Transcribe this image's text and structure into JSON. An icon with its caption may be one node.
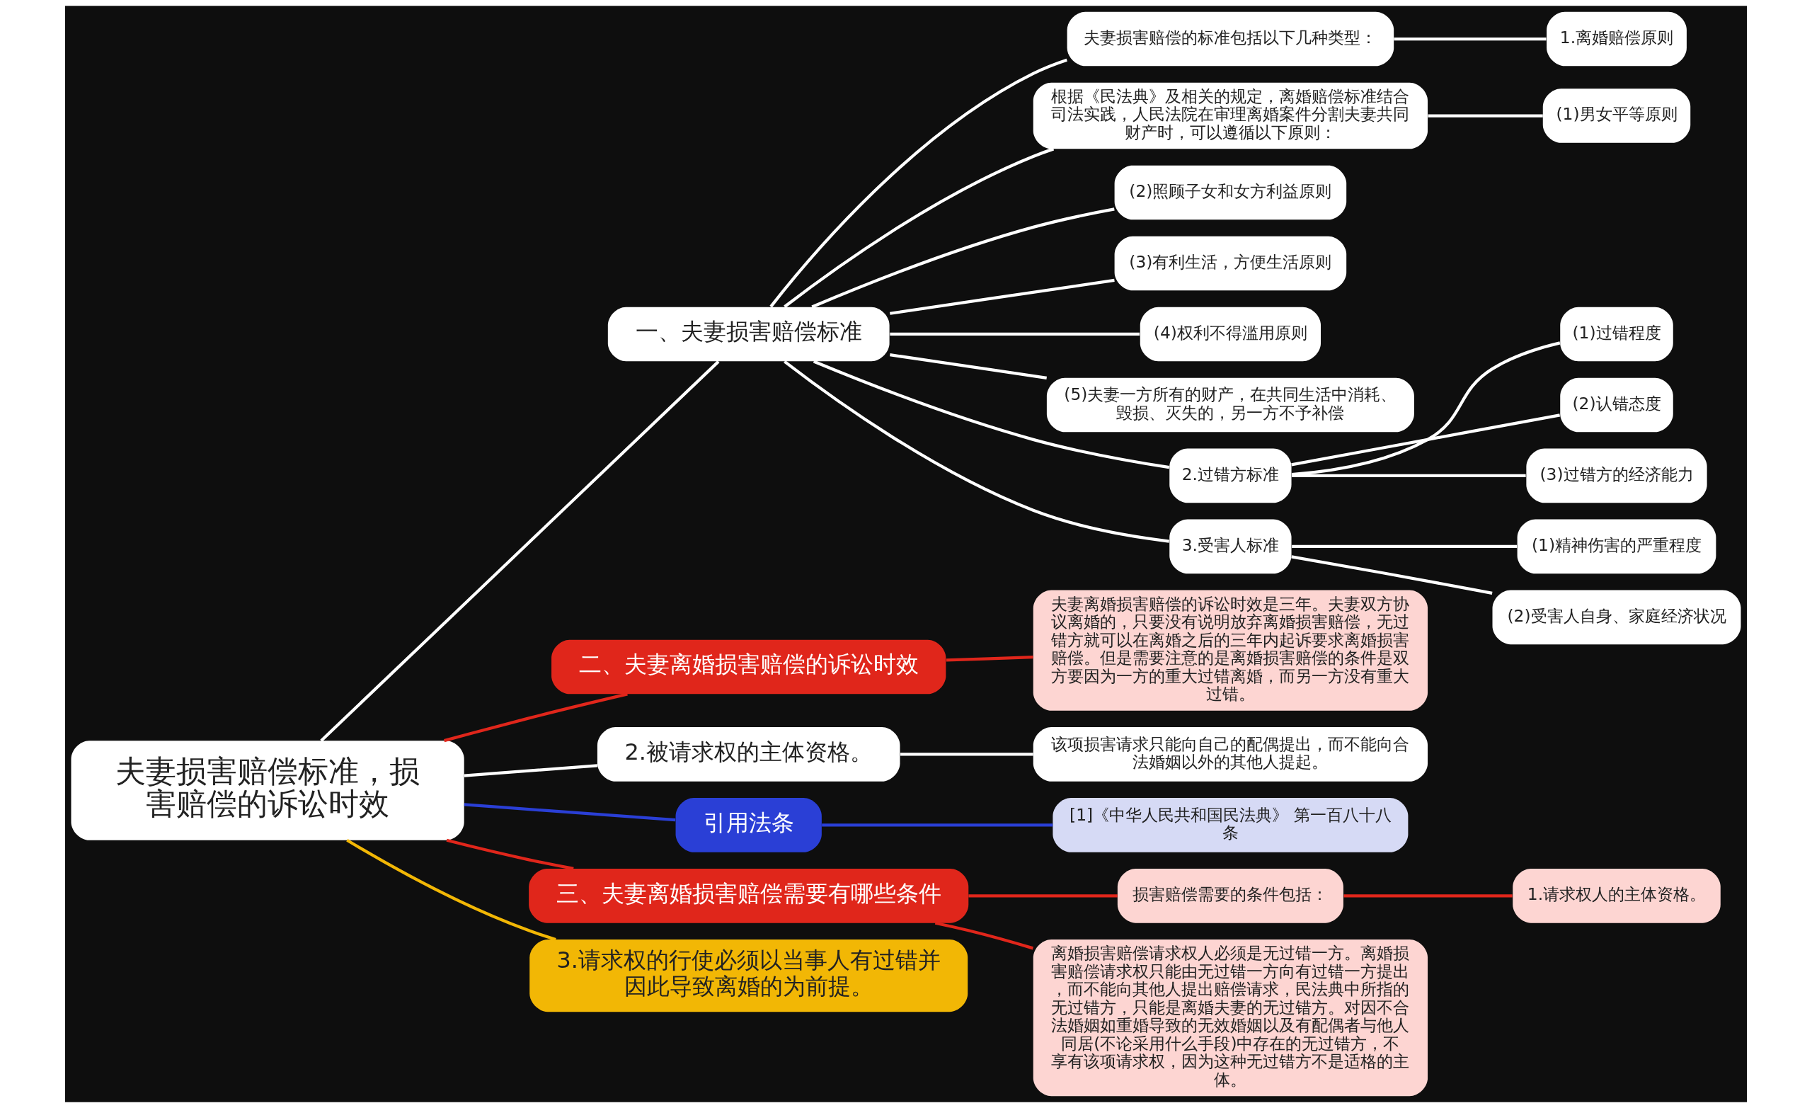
{
  "diagram": {
    "nodes": [
      {
        "text": [
          "夫妻损害赔偿标准，损害赔偿的诉讼时效"
        ]
      },
      {
        "text": [
          "一、夫妻损害赔偿标准"
        ]
      },
      {
        "text": [
          "夫妻损害赔偿的标准包括以下几种类型："
        ]
      },
      {
        "text": [
          "1.离婚赔偿原则"
        ]
      },
      {
        "text": [
          "根据《民法典》及相关的规定，离婚赔偿标准结合司法实践，人民法院在审理离婚案件分割夫妻共同财产时，可以遵循以下原则："
        ]
      },
      {
        "text": [
          "(1)男女平等原则"
        ]
      },
      {
        "text": [
          "(2)照顾子女和女方利益原则"
        ]
      },
      {
        "text": [
          "(3)有利生活，方便生活原则"
        ]
      },
      {
        "text": [
          "(4)权利不得滥用原则"
        ]
      },
      {
        "text": [
          "(5)夫妻一方所有的财产，在共同生活中消耗、毁损、灭失的，另一方不予补偿"
        ]
      },
      {
        "text": [
          "2.过错方标准"
        ]
      },
      {
        "text": [
          "(1)过错程度"
        ]
      },
      {
        "text": [
          "(2)认错态度"
        ]
      },
      {
        "text": [
          "(3)过错方的经济能力"
        ]
      },
      {
        "text": [
          "3.受害人标准"
        ]
      },
      {
        "text": [
          "(1)精神伤害的严重程度"
        ]
      },
      {
        "text": [
          "(2)受害人自身、家庭经济状况"
        ]
      },
      {
        "text": [
          "二、夫妻离婚损害赔偿的诉讼时效"
        ]
      },
      {
        "text": [
          "夫妻离婚损害赔偿的诉讼时效是三年。夫妻双方协议离婚的，只要没有说明放弃离婚损害赔偿，无过错方就可以在离婚之后的三年内起诉要求离婚损害赔偿。但是需要注意的是离婚损害赔偿的条件是双方要因为一方的重大过错离婚，而另一方没有重大过错。"
        ]
      },
      {
        "text": [
          "2.被请求权的主体资格。"
        ]
      },
      {
        "text": [
          "该项损害请求只能向自己的配偶提出，而不能向合法婚姻以外的其他人提起。"
        ]
      },
      {
        "text": [
          "引用法条"
        ]
      },
      {
        "text": [
          "[1]《中华人民共和国民法典》 第一百八十八条"
        ]
      },
      {
        "text": [
          "三、夫妻离婚损害赔偿需要有哪些条件"
        ]
      },
      {
        "text": [
          "损害赔偿需要的条件包括："
        ]
      },
      {
        "text": [
          "1.请求权人的主体资格。"
        ]
      },
      {
        "text": [
          "离婚损害赔偿请求权人必须是无过错一方。离婚损害赔偿请求权只能由无过错一方向有过错一方提出，而不能向其他人提出赔偿请求，民法典中所指的无过错方，只能是离婚夫妻的无过错方。对因不合法婚姻如重婚导致的无效婚姻以及有配偶者与他人同居(不论采用什么手段)中存在的无过错方，不享有该项请求权，因为这种无过错方不是适格的主体。"
        ]
      },
      {
        "text": [
          "3.请求权的行使必须以当事人有过错并因此导致离婚的为前提。"
        ]
      }
    ],
    "edges": [
      {
        "from": 0,
        "to": 1,
        "arrow": "none"
      },
      {
        "from": 1,
        "to": 2,
        "arrow": "none"
      },
      {
        "from": 2,
        "to": 3,
        "arrow": "none"
      },
      {
        "from": 1,
        "to": 4,
        "arrow": "none"
      },
      {
        "from": 4,
        "to": 5,
        "arrow": "none"
      },
      {
        "from": 1,
        "to": 6,
        "arrow": "none"
      },
      {
        "from": 1,
        "to": 7,
        "arrow": "none"
      },
      {
        "from": 1,
        "to": 8,
        "arrow": "none"
      },
      {
        "from": 1,
        "to": 9,
        "arrow": "none"
      },
      {
        "from": 1,
        "to": 10,
        "arrow": "none"
      },
      {
        "from": 10,
        "to": 11,
        "arrow": "none"
      },
      {
        "from": 10,
        "to": 12,
        "arrow": "none"
      },
      {
        "from": 10,
        "to": 13,
        "arrow": "none"
      },
      {
        "from": 1,
        "to": 14,
        "arrow": "none"
      },
      {
        "from": 14,
        "to": 15,
        "arrow": "none"
      },
      {
        "from": 14,
        "to": 16,
        "arrow": "none"
      },
      {
        "from": 0,
        "to": 17,
        "arrow": "none",
        "color": "#e0261b"
      },
      {
        "from": 17,
        "to": 18,
        "arrow": "none",
        "color": "#e0261b"
      },
      {
        "from": 0,
        "to": 19,
        "arrow": "none"
      },
      {
        "from": 19,
        "to": 20,
        "arrow": "none"
      },
      {
        "from": 0,
        "to": 21,
        "arrow": "none",
        "color": "#2a3fd6"
      },
      {
        "from": 21,
        "to": 22,
        "arrow": "none",
        "color": "#2a3fd6"
      },
      {
        "from": 0,
        "to": 23,
        "arrow": "none",
        "color": "#e0261b"
      },
      {
        "from": 23,
        "to": 24,
        "arrow": "none",
        "color": "#e0261b"
      },
      {
        "from": 24,
        "to": 25,
        "arrow": "none",
        "color": "#e0261b"
      },
      {
        "from": 23,
        "to": 26,
        "arrow": "none",
        "color": "#e0261b"
      },
      {
        "from": 0,
        "to": 27,
        "arrow": "none",
        "color": "#f2b705"
      }
    ]
  }
}
